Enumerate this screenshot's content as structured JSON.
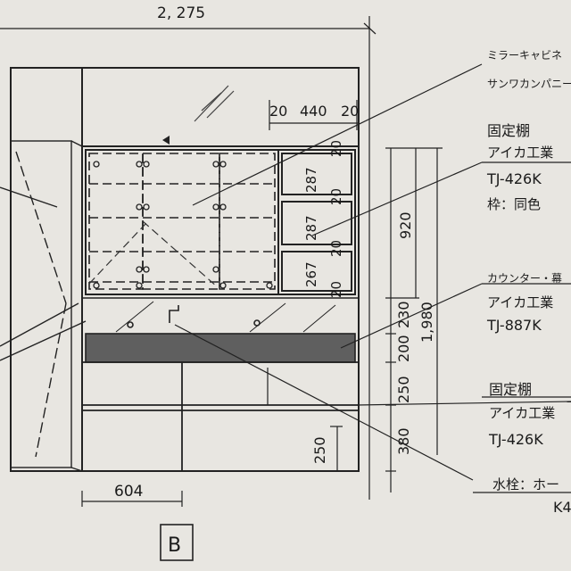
{
  "drawing": {
    "overall_width": "2, 275",
    "view_label": "B",
    "bottom_width": "604",
    "top_dims": {
      "left": "20",
      "middle": "440",
      "right": "20"
    },
    "side_dims": {
      "shelf1": "287",
      "shelf2": "287",
      "shelf3": "267",
      "gap1": "20",
      "gap2": "20",
      "gap3": "20",
      "gap4": "20",
      "seg_230": "230",
      "seg_200": "200",
      "seg_250": "250",
      "seg_380": "380",
      "cabinet_height": "920",
      "total_height": "1,980",
      "inner_250": "250"
    }
  },
  "notes": [
    {
      "lines": [
        "ミラーキャビネ"
      ]
    },
    {
      "lines": [
        "サンワカンパニー"
      ]
    },
    {
      "lines": [
        "固定棚",
        "アイカ工業",
        "TJ-426K",
        "枠：同色"
      ]
    },
    {
      "lines": [
        "カウンター・幕",
        "アイカ工業",
        "TJ-887K"
      ]
    },
    {
      "lines": [
        "固定棚",
        "アイカ工業",
        "TJ-426K"
      ]
    },
    {
      "lines": [
        "水栓：ホー",
        "K4"
      ]
    }
  ]
}
